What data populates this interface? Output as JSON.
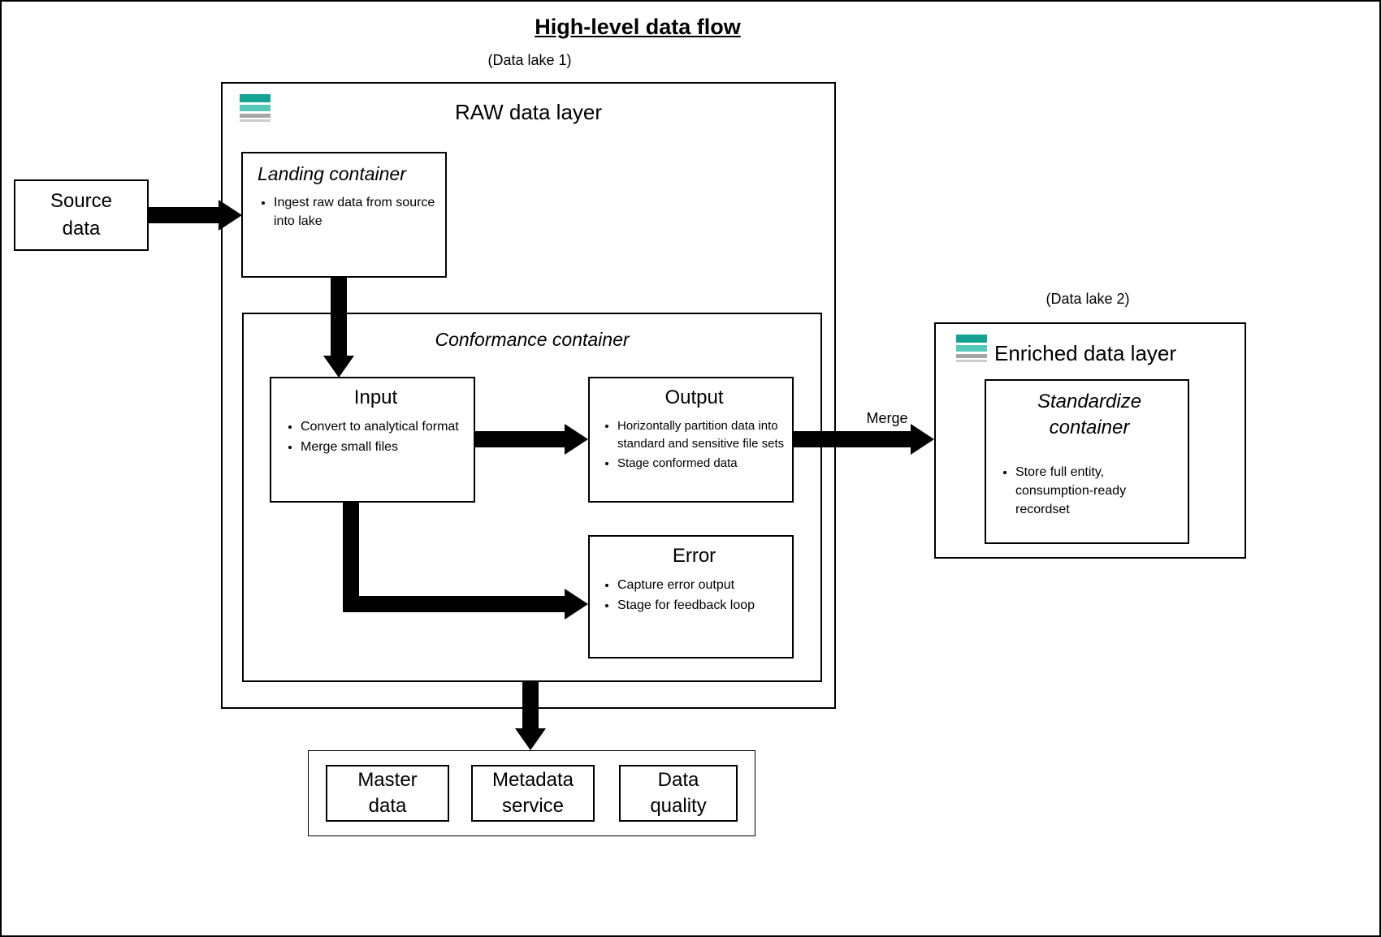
{
  "title": "High-level data flow",
  "annotations": {
    "data_lake_1": "(Data lake 1)",
    "data_lake_2": "(Data lake 2)",
    "merge_label": "Merge"
  },
  "colors": {
    "icon_teal_dark": "#14a393",
    "icon_teal_mid": "#55c8ba",
    "icon_gray": "#a6a6a6",
    "icon_gray_light": "#cccccc"
  },
  "diagram": {
    "source": {
      "label": "Source data"
    },
    "raw_layer": {
      "title": "RAW data layer"
    },
    "landing": {
      "title": "Landing container",
      "bullets": [
        "Ingest raw data from source into lake"
      ]
    },
    "conformance": {
      "title": "Conformance container"
    },
    "input": {
      "title": "Input",
      "bullets": [
        "Convert to analytical format",
        "Merge small files"
      ]
    },
    "output": {
      "title": "Output",
      "bullets": [
        "Horizontally partition data into standard and sensitive file sets",
        "Stage conformed data"
      ]
    },
    "error": {
      "title": "Error",
      "bullets": [
        "Capture error output",
        "Stage for feedback loop"
      ]
    },
    "enriched_layer": {
      "title": "Enriched data layer"
    },
    "standardize": {
      "title": "Standardize container",
      "bullets": [
        "Store full entity, consumption-ready recordset"
      ]
    },
    "services": {
      "items": [
        "Master data",
        "Metadata service",
        "Data quality"
      ]
    }
  }
}
